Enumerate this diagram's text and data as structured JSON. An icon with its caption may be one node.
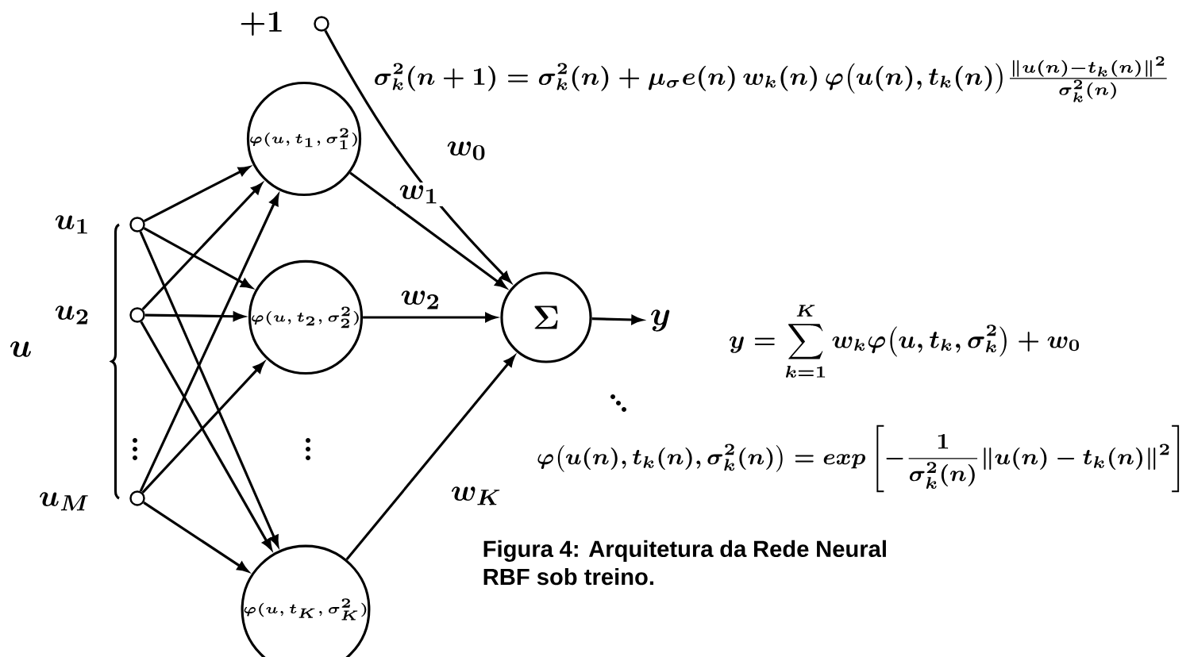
{
  "diagram": {
    "caption": "Figura 4: Arquitetura da Rede Neural RBF sob treino.",
    "nodes": [
      {
        "text": [],
        "shape": "circle",
        "beside": [
          "+1"
        ]
      },
      {
        "text": [],
        "shape": "circle",
        "beside": [
          "u_1"
        ]
      },
      {
        "text": [],
        "shape": "circle",
        "beside": [
          "u_2"
        ]
      },
      {
        "text": [],
        "shape": "circle",
        "beside": [
          "u_M"
        ]
      },
      {
        "text": [
          "\\varphi(u,t_1,\\sigma_1^2)"
        ]
      },
      {
        "text": [
          "\\varphi(u,t_2,\\sigma_2^2)"
        ]
      },
      {
        "text": [
          "\\varphi(u,t_K,\\sigma_K^2)"
        ]
      },
      {
        "text": [
          "\\Sigma"
        ]
      },
      {
        "text": [
          "y"
        ]
      }
    ],
    "edges": [
      {
        "from": 1,
        "to": 4,
        "arrow": "to"
      },
      {
        "from": 1,
        "to": 5,
        "arrow": "to"
      },
      {
        "from": 1,
        "to": 6,
        "arrow": "to"
      },
      {
        "from": 2,
        "to": 4,
        "arrow": "to"
      },
      {
        "from": 2,
        "to": 5,
        "arrow": "to"
      },
      {
        "from": 2,
        "to": 6,
        "arrow": "to"
      },
      {
        "from": 3,
        "to": 4,
        "arrow": "to"
      },
      {
        "from": 3,
        "to": 5,
        "arrow": "to"
      },
      {
        "from": 3,
        "to": 6,
        "arrow": "to"
      },
      {
        "from": 0,
        "to": 7,
        "arrow": "to",
        "label": "w_0"
      },
      {
        "from": 4,
        "to": 7,
        "arrow": "to",
        "label": "w_1"
      },
      {
        "from": 5,
        "to": 7,
        "arrow": "to",
        "label": "w_2"
      },
      {
        "from": 6,
        "to": 7,
        "arrow": "to",
        "label": "w_K"
      },
      {
        "from": 7,
        "to": 8,
        "arrow": "to"
      }
    ],
    "labels": [
      "u",
      "\\sigma_k^2(n+1)=\\sigma_k^2(n)+\\mu_\\sigma e(n)\\,w_k(n)\\,\\varphi\\bigl(u(n),t_k(n)\\bigr)\\frac{\\|u(n)-t_k(n)\\|^2}{\\sigma_k^2(n)}",
      "y=\\sum_{k=1}^{K} w_k\\varphi\\bigl(u,t_k,\\sigma_k^2\\bigr)+w_0",
      "\\varphi\\bigl(u(n),t_k(n),\\sigma_k^2(n)\\bigr)=exp\\left[-\\frac{1}{\\sigma_k^2(n)}\\|u(n)-t_k(n)\\|^2\\right]"
    ]
  }
}
